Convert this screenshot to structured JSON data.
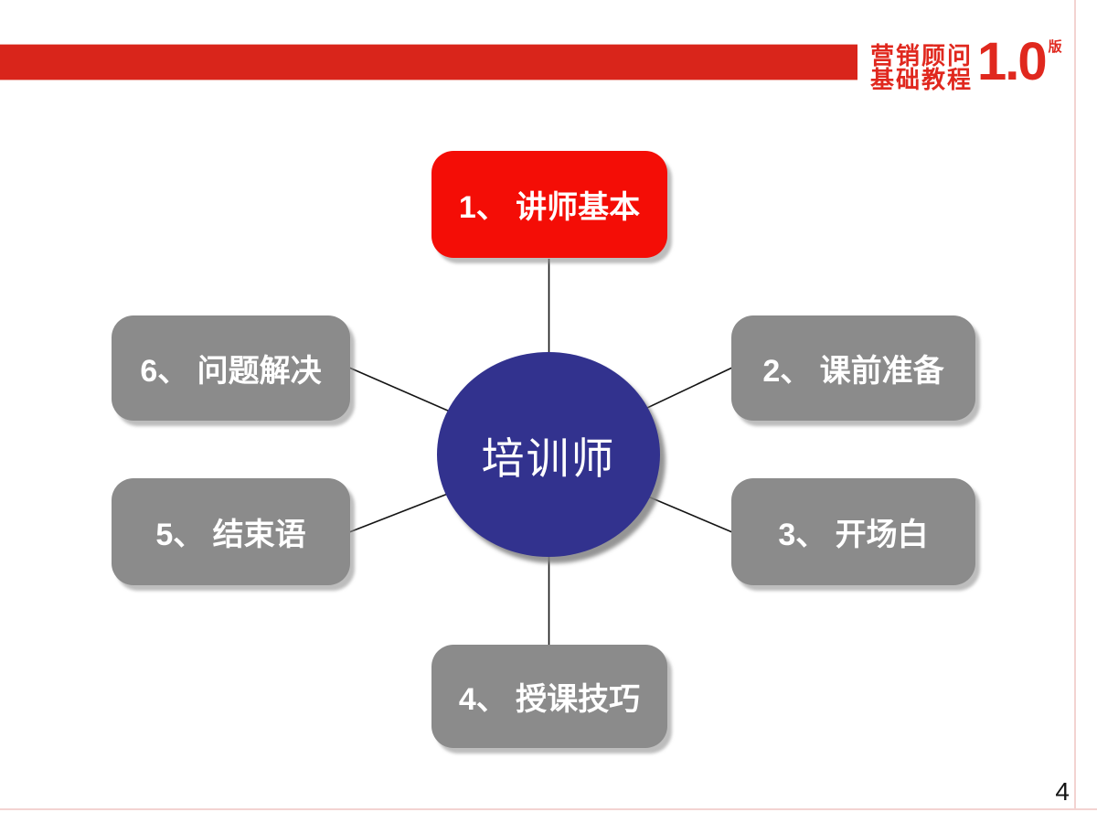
{
  "slide": {
    "page_number": "4",
    "logo": {
      "line1": "营销顾问",
      "line2": "基础教程",
      "version": "1.0",
      "version_suffix": "版"
    },
    "diagram": {
      "center": {
        "label": "培训师"
      },
      "nodes": [
        {
          "id": "1",
          "label": "1、 讲师基本",
          "position": "top",
          "color": "#f40d06"
        },
        {
          "id": "2",
          "label": "2、 课前准备",
          "position": "right-upper",
          "color": "#8b8b8b"
        },
        {
          "id": "3",
          "label": "3、 开场白",
          "position": "right-lower",
          "color": "#8b8b8b"
        },
        {
          "id": "4",
          "label": "4、 授课技巧",
          "position": "bottom",
          "color": "#8b8b8b"
        },
        {
          "id": "5",
          "label": "5、 结束语",
          "position": "left-lower",
          "color": "#8b8b8b"
        },
        {
          "id": "6",
          "label": "6、 问题解决",
          "position": "left-upper",
          "color": "#8b8b8b"
        }
      ]
    },
    "colors": {
      "header_bar_red": "#d9251b",
      "logo_red": "#e0281e",
      "accent_red": "#f40d06",
      "node_gray": "#8b8b8b",
      "center_blue": "#32328e",
      "connector_black": "#141414",
      "slide_border_pink": "#f3d3d1"
    }
  }
}
